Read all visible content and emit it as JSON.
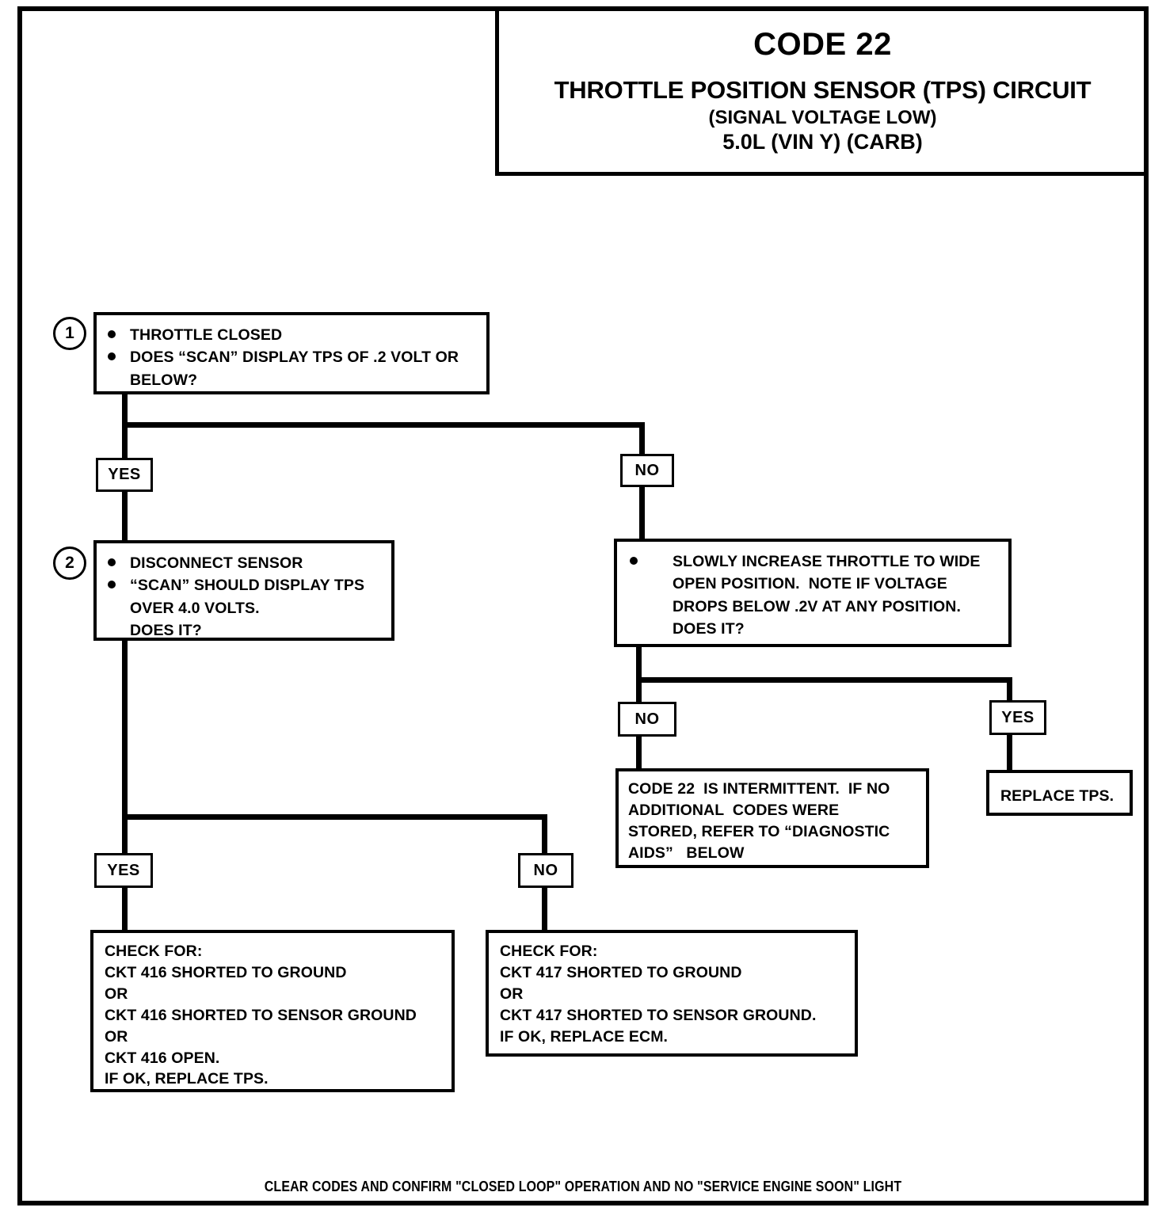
{
  "document": {
    "title_code": "CODE 22",
    "title_main": "THROTTLE POSITION SENSOR (TPS) CIRCUIT",
    "title_sub": "(SIGNAL VOLTAGE LOW)",
    "title_engine": "5.0L  (VIN Y)  (CARB)",
    "footer": "CLEAR CODES AND CONFIRM \"CLOSED LOOP\" OPERATION AND NO \"SERVICE  ENGINE SOON\" LIGHT"
  },
  "steps": {
    "step1_number": "1",
    "step2_number": "2"
  },
  "boxes": {
    "step1": {
      "bullet1": "THROTTLE CLOSED",
      "bullet2_line1": "DOES “SCAN” DISPLAY TPS OF .2 VOLT OR",
      "bullet2_line2": "BELOW?"
    },
    "step2": {
      "bullet1": "DISCONNECT SENSOR",
      "bullet2_line1": "“SCAN” SHOULD DISPLAY TPS",
      "bullet2_line2": "OVER 4.0 VOLTS.",
      "bullet2_line3": "DOES IT?"
    },
    "throttle_sweep": {
      "line1": "SLOWLY INCREASE THROTTLE TO WIDE",
      "line2": "OPEN POSITION.  NOTE IF VOLTAGE",
      "line3": "DROPS BELOW .2V AT ANY POSITION.",
      "line4": "DOES IT?"
    },
    "intermittent": {
      "line1": "CODE 22  IS INTERMITTENT.  IF NO",
      "line2": "ADDITIONAL  CODES WERE",
      "line3": "STORED, REFER TO “DIAGNOSTIC",
      "line4": "AIDS”   BELOW"
    },
    "replace_tps": {
      "line1": "REPLACE TPS."
    },
    "check_416": {
      "line1": "CHECK FOR:",
      "line2": "CKT 416 SHORTED TO GROUND",
      "line3": "OR",
      "line4": "CKT 416 SHORTED TO SENSOR GROUND",
      "line5": "OR",
      "line6": "CKT 416 OPEN.",
      "line7": "IF OK, REPLACE TPS."
    },
    "check_417": {
      "line1": "CHECK FOR:",
      "line2": "CKT 417 SHORTED TO GROUND",
      "line3": "OR",
      "line4": "CKT 417 SHORTED TO SENSOR GROUND.",
      "line5": "IF OK, REPLACE ECM."
    }
  },
  "tags": {
    "step1_yes": "YES",
    "step1_no": "NO",
    "sweep_no": "NO",
    "sweep_yes": "YES",
    "step2_yes": "YES",
    "step2_no": "NO"
  },
  "colors": {
    "ink": "#000000",
    "paper": "#ffffff"
  }
}
